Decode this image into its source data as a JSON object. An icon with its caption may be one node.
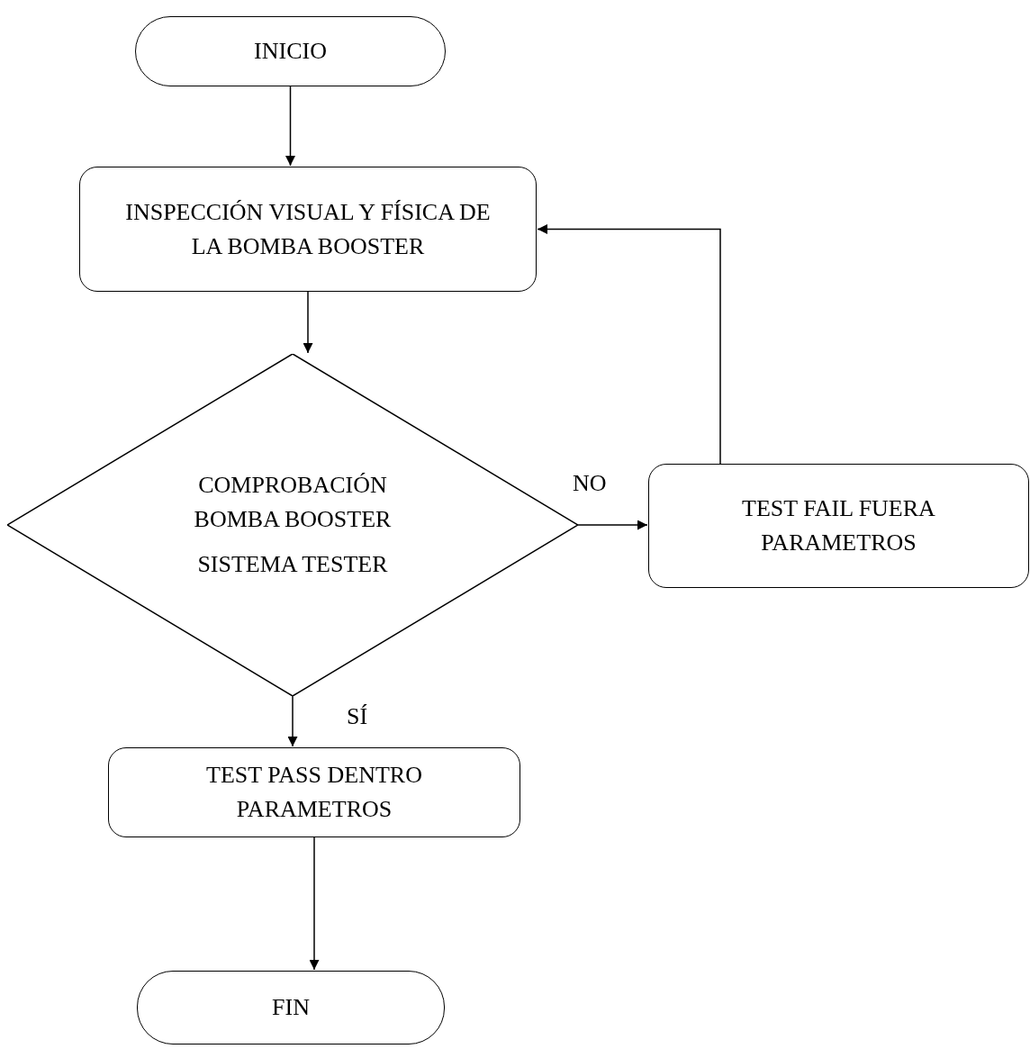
{
  "diagram": {
    "nodes": [
      {
        "text": [
          "INICIO"
        ]
      },
      {
        "text": [
          "INSPECCIÓN VISUAL Y FÍSICA DE LA BOMBA BOOSTER"
        ]
      },
      {
        "text": [
          "COMPROBACIÓN BOMBA BOOSTER",
          "SISTEMA TESTER"
        ]
      },
      {
        "text": [
          "TEST FAIL FUERA PARAMETROS"
        ]
      },
      {
        "text": [
          "TEST PASS DENTRO PARAMETROS"
        ]
      },
      {
        "text": [
          "FIN"
        ]
      }
    ],
    "edges": [
      {
        "from": 0,
        "to": 1,
        "arrow": "to"
      },
      {
        "from": 1,
        "to": 2,
        "arrow": "to"
      },
      {
        "from": 2,
        "to": 3,
        "arrow": "to",
        "label": "NO"
      },
      {
        "from": 3,
        "to": 1,
        "arrow": "to"
      },
      {
        "from": 2,
        "to": 4,
        "arrow": "to",
        "label": "SÍ"
      },
      {
        "from": 4,
        "to": 5,
        "arrow": "to"
      }
    ]
  }
}
